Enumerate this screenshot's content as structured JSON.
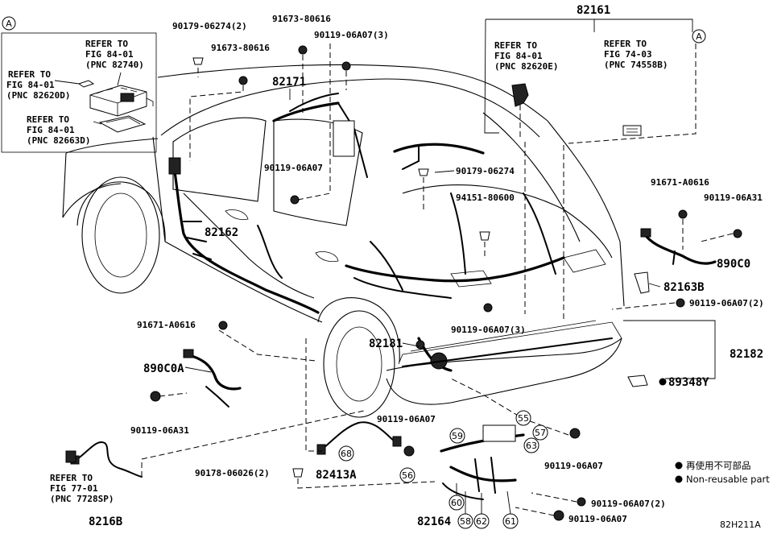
{
  "inset": {
    "marker": "A",
    "refs": [
      {
        "line1": "REFER TO",
        "line2": "FIG 84-01",
        "line3": "(PNC 82740)"
      },
      {
        "line1": "REFER TO",
        "line2": "FIG 84-01",
        "line3": "(PNC 82620D)"
      },
      {
        "line1": "REFER TO",
        "line2": "FIG 84-01",
        "line3": "(PNC 82663D)"
      }
    ]
  },
  "top_refs": [
    {
      "line1": "REFER TO",
      "line2": "FIG 84-01",
      "line3": "(PNC 82620E)"
    },
    {
      "line1": "REFER TO",
      "line2": "FIG 74-03",
      "line3": "(PNC 74558B)"
    }
  ],
  "bottom_ref": {
    "line1": "REFER TO",
    "line2": "FIG 77-01",
    "line3": "(PNC 7728SP)"
  },
  "marker_right": "A",
  "part_numbers": {
    "p1": "90179-06274(2)",
    "p2": "91673-80616",
    "p3": "91673-80616",
    "p4": "90119-06A07(3)",
    "p5": "82161",
    "p6": "82171",
    "p7": "90119-06A07",
    "p8": "90179-06274",
    "p9": "94151-80600",
    "p10": "91671-A0616",
    "p11": "90119-06A31",
    "p12": "890C0",
    "p13": "82163B",
    "p14": "90119-06A07(2)",
    "p15": "82162",
    "p16": "91671-A0616",
    "p17": "90119-06A07(3)",
    "p18": "82181",
    "p19": "82182",
    "p20": "890C0A",
    "p21": "89348Y",
    "p22": "90119-06A31",
    "p23": "90119-06A07",
    "p24": "90119-06A07",
    "p25": "90178-06026(2)",
    "p26": "82413A",
    "p27": "82164",
    "p28": "90119-06A07(2)",
    "p29": "90119-06A07",
    "p30": "8216B"
  },
  "callouts": [
    "55",
    "57",
    "59",
    "63",
    "56",
    "68",
    "60",
    "58",
    "62",
    "61"
  ],
  "legend": {
    "jp": "再使用不可部品",
    "en": "Non-reusable part"
  },
  "figure_code": "82H211A"
}
